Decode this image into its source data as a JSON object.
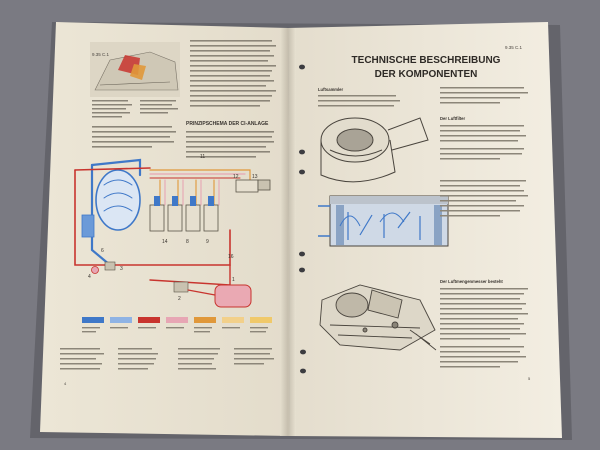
{
  "left_page": {
    "page_code": "9.35 C.1",
    "section_heading": "PRINZIPSCHEMA DER CI-ANLAGE",
    "page_number": "4"
  },
  "right_page": {
    "page_code": "9.35 C.1",
    "title_line1": "TECHNISCHE BESCHREIBUNG",
    "title_line2": "DER KOMPONENTEN",
    "section_luftsammler": "Luftsammler",
    "section_luftfilter": "Der Luftfilter",
    "section_luftmengenmesser": "Der Luftmengenmesser besteht",
    "page_number": "5"
  },
  "colors": {
    "background": "#7c7c84",
    "paper": "#f1ecde",
    "air_blue": "#3f78c8",
    "fuel_red": "#c8342e",
    "fuel_orange": "#e0983a",
    "fuel_pink": "#e7a6b4"
  }
}
